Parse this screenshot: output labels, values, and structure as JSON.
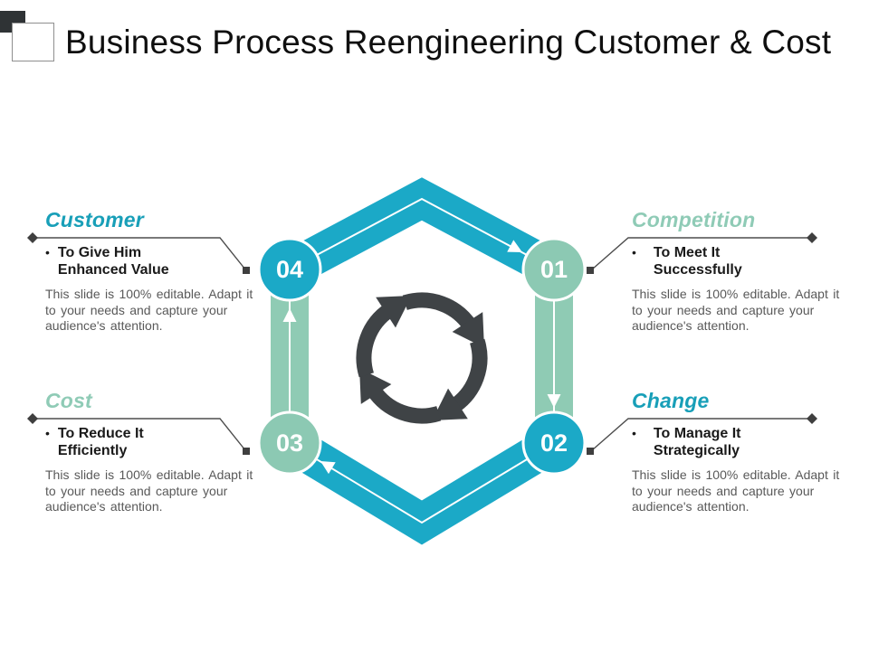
{
  "title": "Business Process Reengineering Customer & Cost",
  "colors": {
    "teal": "#1ba9c7",
    "green": "#8fcbb4",
    "icon_gray": "#3f4346",
    "heading_teal": "#189fb8",
    "heading_green": "#8fcbb6",
    "body_gray": "#595959",
    "leader_line": "#4d4d4d"
  },
  "steps": {
    "n01": "01",
    "n02": "02",
    "n03": "03",
    "n04": "04"
  },
  "sections": {
    "customer": {
      "heading": "Customer",
      "bullet_marker": "•",
      "bullet": "To Give Him Enhanced Value",
      "body": "This slide is 100% editable. Adapt it to your needs and capture your audience's attention."
    },
    "competition": {
      "heading": "Competition",
      "bullet_marker": "•",
      "bullet": "To Meet It Successfully",
      "body": "This slide is 100% editable. Adapt it to your needs and capture your audience's attention."
    },
    "cost": {
      "heading": "Cost",
      "bullet_marker": "•",
      "bullet": "To Reduce It Efficiently",
      "body": "This slide is 100% editable. Adapt it to your needs and capture your audience's attention."
    },
    "change": {
      "heading": "Change",
      "bullet_marker": "•",
      "bullet": "To Manage It Strategically",
      "body": "This slide is 100% editable. Adapt it to your needs and capture your audience's attention."
    }
  }
}
